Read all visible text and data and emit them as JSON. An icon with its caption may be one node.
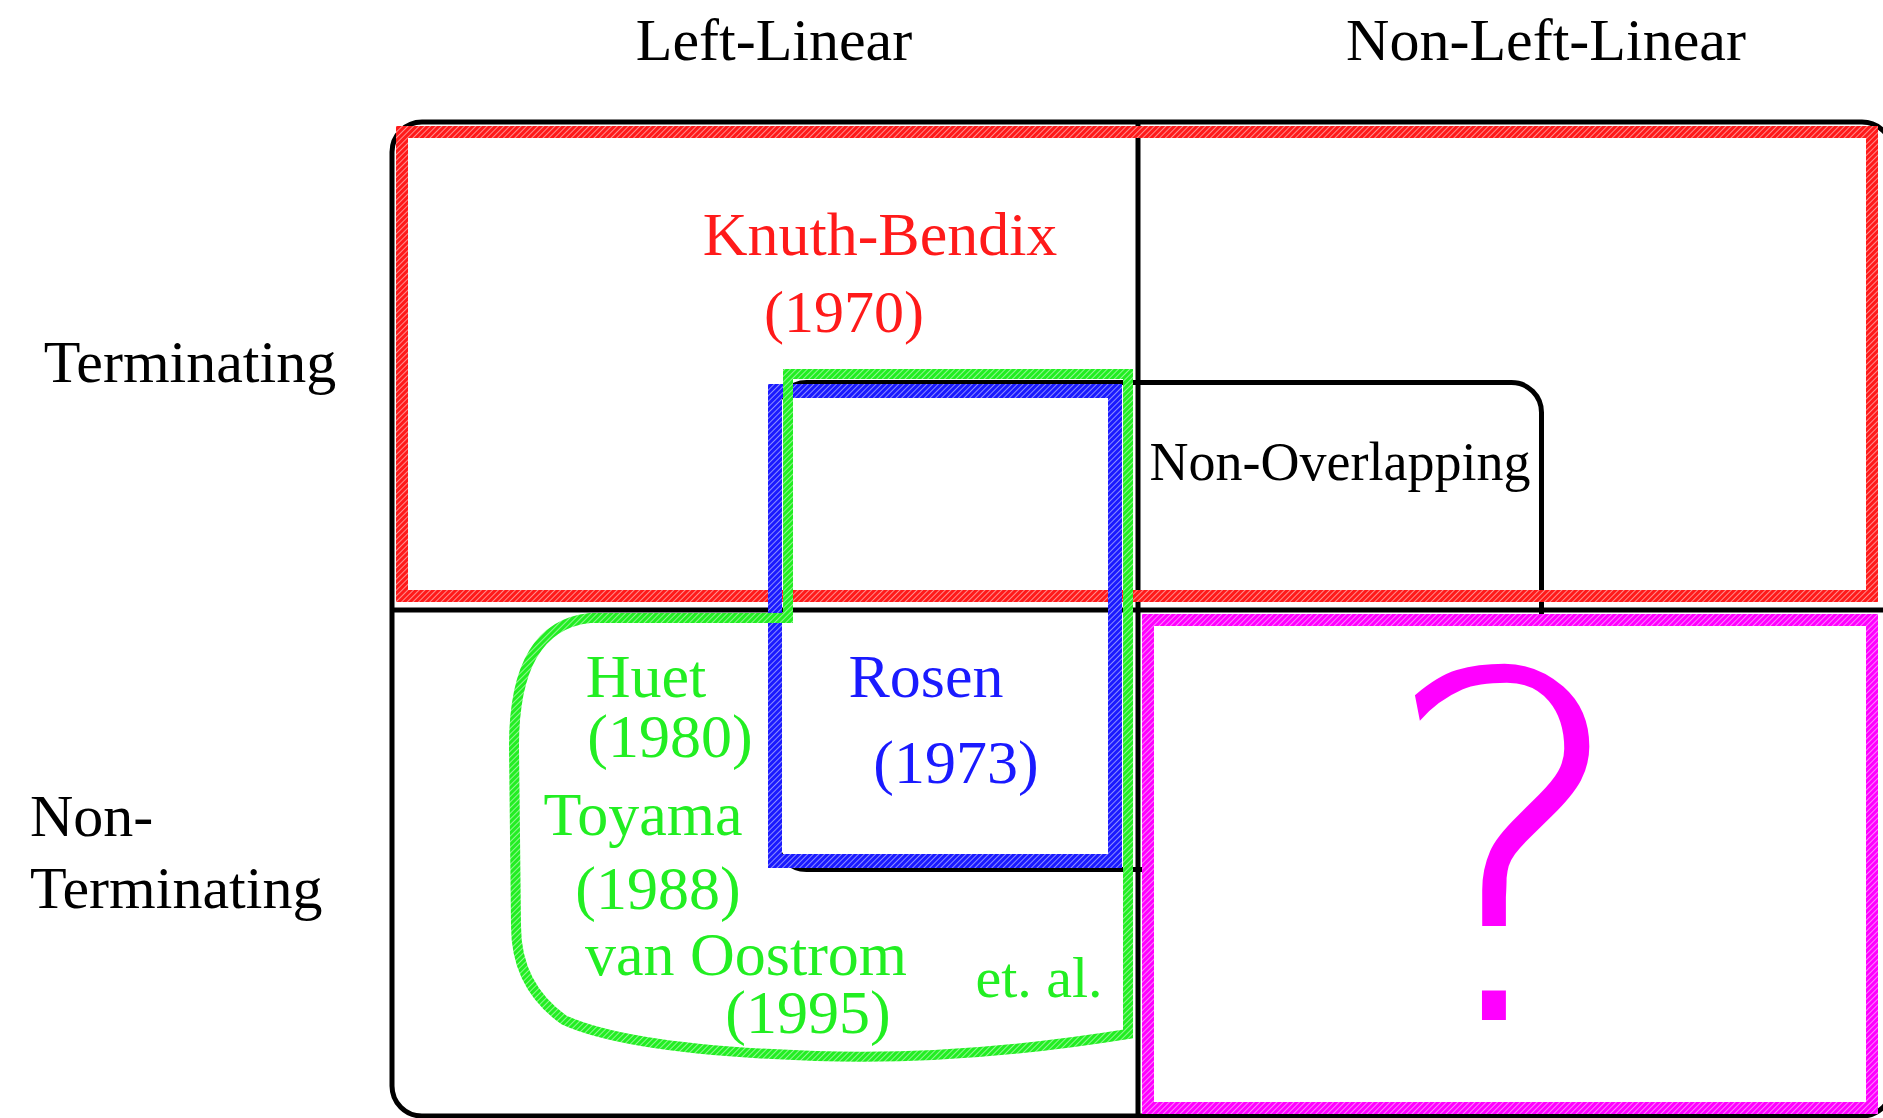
{
  "diagram": {
    "nodes": [
      {
        "text": [
          "Non-Overlapping"
        ]
      },
      {
        "text": [
          "Knuth-Bendix",
          "(1970)"
        ]
      },
      {
        "text": [
          "?"
        ]
      },
      {
        "text": [
          "Rosen",
          "(1973)"
        ]
      },
      {
        "text": [
          "Huet",
          "(1980)",
          "Toyama",
          "(1988)",
          "van Oostrom",
          "(1995)",
          "et. al."
        ]
      }
    ],
    "labels": [
      "Left-Linear",
      "Non-Left-Linear",
      "Terminating",
      "Non- Terminating"
    ]
  }
}
